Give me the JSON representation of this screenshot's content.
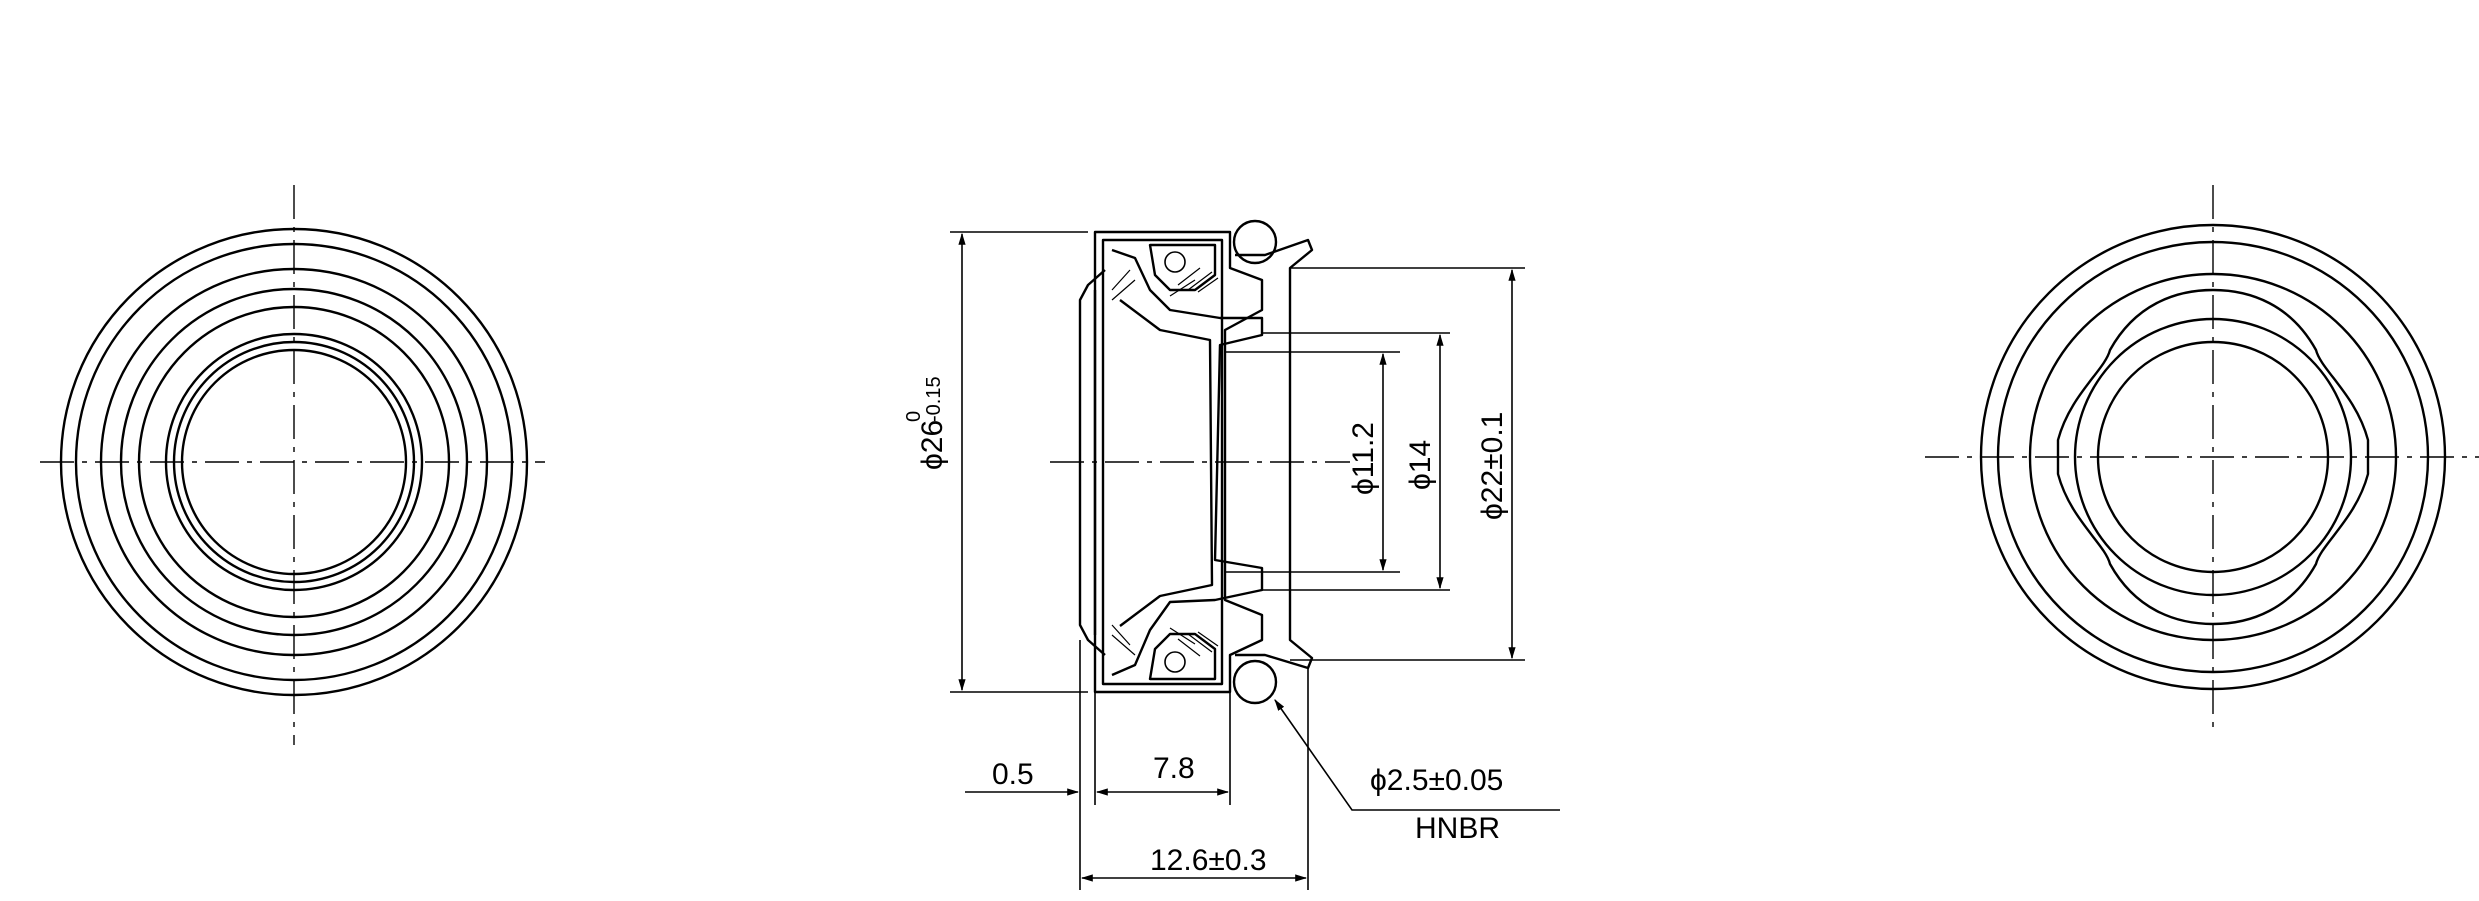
{
  "dimensions": {
    "outer_diameter": {
      "main": "ϕ26",
      "upper_tol": "0",
      "lower_tol": "-0.15"
    },
    "bore_diameter": "ϕ11.2",
    "lip_diameter": "ϕ14",
    "flange_diameter": "ϕ22±0.1",
    "offset": "0.5",
    "body_width": "7.8",
    "total_width": "12.6±0.3",
    "oring_callout": "ϕ2.5±0.05",
    "oring_material": "HNBR"
  }
}
